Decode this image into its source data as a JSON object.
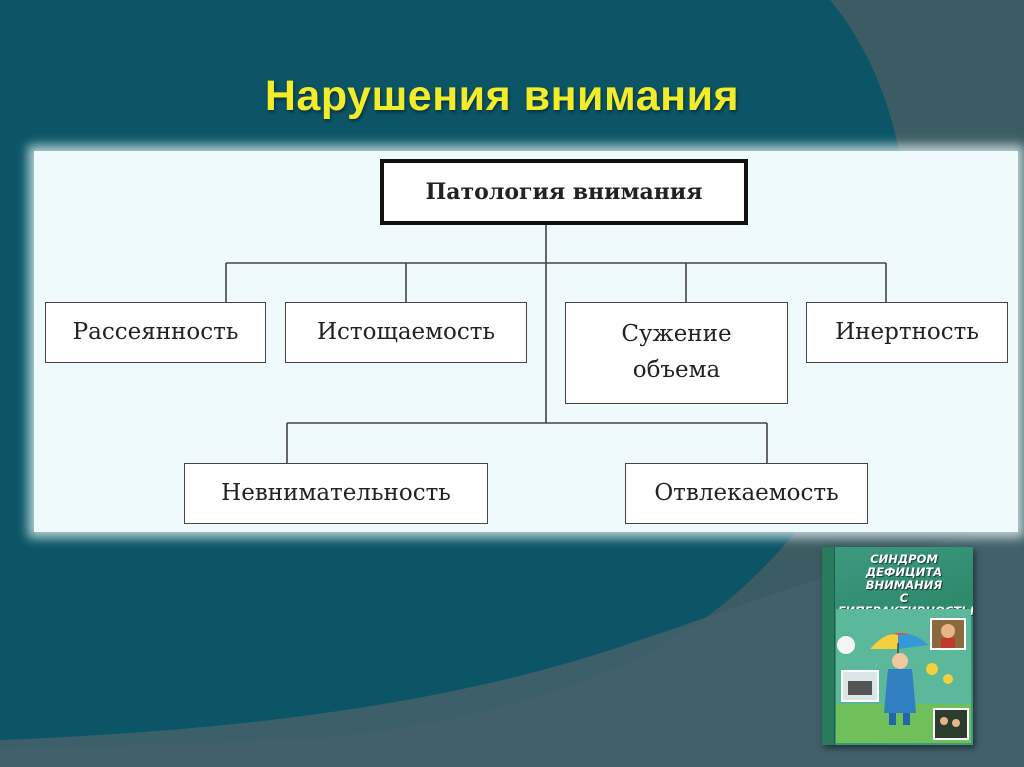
{
  "slide": {
    "title": "Нарушения внимания"
  },
  "diagram": {
    "root": "Патология внимания",
    "children": [
      "Рассеянность",
      "Истощаемость",
      "Сужение объема",
      "Инертность",
      "Невнимательность",
      "Отвлекаемость"
    ]
  },
  "book": {
    "title_line1": "СИНДРОМ",
    "title_line2": "ДЕФИЦИТА ВНИМАНИЯ",
    "title_line3": "С ГИПЕРАКТИВНОСТЬЮ"
  },
  "colors": {
    "background": "#3c5c63",
    "wave": "#0b5566",
    "title": "#f3ec2a",
    "panel": "#eefafb",
    "book": "#2f8a6c"
  }
}
